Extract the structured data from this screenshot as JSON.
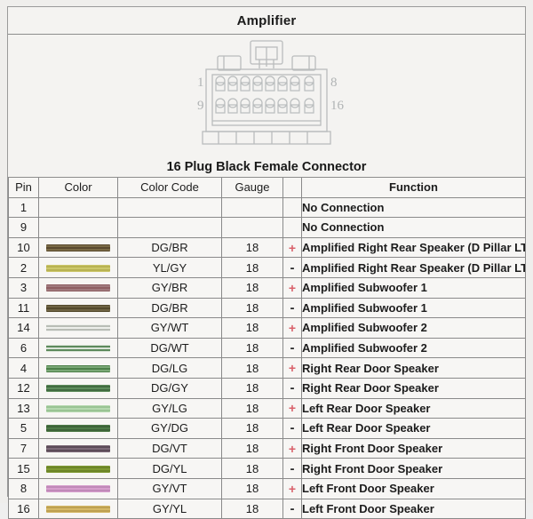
{
  "header": {
    "title": "Amplifier"
  },
  "connector": {
    "caption": "16 Plug Black Female Connector",
    "pin_label_top_left": "1",
    "pin_label_top_right": "8",
    "pin_label_bottom_left": "9",
    "pin_label_bottom_right": "16",
    "rows": 2,
    "columns": 8
  },
  "table": {
    "headers": {
      "pin": "Pin",
      "color": "Color",
      "color_code": "Color Code",
      "gauge": "Gauge",
      "polarity": "",
      "function": "Function"
    },
    "rows": [
      {
        "pin": "1",
        "swatch": null,
        "color_code": "",
        "gauge": "",
        "polarity": "",
        "function": "No Connection"
      },
      {
        "pin": "9",
        "swatch": null,
        "color_code": "",
        "gauge": "",
        "polarity": "",
        "function": "No Connection"
      },
      {
        "pin": "10",
        "swatch": {
          "base": "#5a4a2e",
          "stripe": "#7a6a45"
        },
        "color_code": "DG/BR",
        "gauge": "18",
        "polarity": "+",
        "function": "Amplified Right Rear Speaker (D Pillar LT)"
      },
      {
        "pin": "2",
        "swatch": {
          "base": "#ccc76a",
          "stripe": "#b8b252"
        },
        "color_code": "YL/GY",
        "gauge": "18",
        "polarity": "-",
        "function": "Amplified Right Rear Speaker (D Pillar LT)"
      },
      {
        "pin": "3",
        "swatch": {
          "base": "#8e5f63",
          "stripe": "#a07a7e"
        },
        "color_code": "GY/BR",
        "gauge": "18",
        "polarity": "+",
        "function": "Amplified Subwoofer 1"
      },
      {
        "pin": "11",
        "swatch": {
          "base": "#53492c",
          "stripe": "#6e6343"
        },
        "color_code": "DG/BR",
        "gauge": "18",
        "polarity": "-",
        "function": "Amplified Subwoofer 1"
      },
      {
        "pin": "14",
        "swatch": {
          "base": "#eceeea",
          "stripe": "#b9bdb6"
        },
        "color_code": "GY/WT",
        "gauge": "18",
        "polarity": "+",
        "function": "Amplified Subwoofer 2"
      },
      {
        "pin": "6",
        "swatch": {
          "base": "#d9e3d6",
          "stripe": "#5d8a5c"
        },
        "color_code": "DG/WT",
        "gauge": "18",
        "polarity": "-",
        "function": "Amplified Subwoofer 2"
      },
      {
        "pin": "4",
        "swatch": {
          "base": "#4d8049",
          "stripe": "#7aa876"
        },
        "color_code": "DG/LG",
        "gauge": "18",
        "polarity": "+",
        "function": "Right Rear Door Speaker"
      },
      {
        "pin": "12",
        "swatch": {
          "base": "#5e8c5c",
          "stripe": "#416b40"
        },
        "color_code": "DG/GY",
        "gauge": "18",
        "polarity": "-",
        "function": "Right Rear Door Speaker"
      },
      {
        "pin": "13",
        "swatch": {
          "base": "#b6d9b0",
          "stripe": "#9ac494"
        },
        "color_code": "GY/LG",
        "gauge": "18",
        "polarity": "+",
        "function": "Left Rear Door Speaker"
      },
      {
        "pin": "5",
        "swatch": {
          "base": "#4e7a47",
          "stripe": "#3d6338"
        },
        "color_code": "GY/DG",
        "gauge": "18",
        "polarity": "-",
        "function": "Left Rear Door Speaker"
      },
      {
        "pin": "7",
        "swatch": {
          "base": "#7d6a78",
          "stripe": "#5c4c58"
        },
        "color_code": "DG/VT",
        "gauge": "18",
        "polarity": "+",
        "function": "Right Front  Door Speaker"
      },
      {
        "pin": "15",
        "swatch": {
          "base": "#7f9a33",
          "stripe": "#6c8529"
        },
        "color_code": "DG/YL",
        "gauge": "18",
        "polarity": "-",
        "function": "Right Front  Door Speaker"
      },
      {
        "pin": "8",
        "swatch": {
          "base": "#d79fce",
          "stripe": "#c089b8"
        },
        "color_code": "GY/VT",
        "gauge": "18",
        "polarity": "+",
        "function": "Left Front  Door Speaker"
      },
      {
        "pin": "16",
        "swatch": {
          "base": "#d5b866",
          "stripe": "#bda052"
        },
        "color_code": "GY/YL",
        "gauge": "18",
        "polarity": "-",
        "function": "Left Front  Door Speaker"
      }
    ]
  },
  "colors": {
    "page_background": "#efeeec",
    "sheet_background": "#f4f3f1",
    "table_background": "#f7f6f4",
    "grid_line": "#8a8a8a",
    "text": "#1c1c1c",
    "positive_polarity": "#d9606a",
    "negative_polarity": "#2b2b2b"
  }
}
